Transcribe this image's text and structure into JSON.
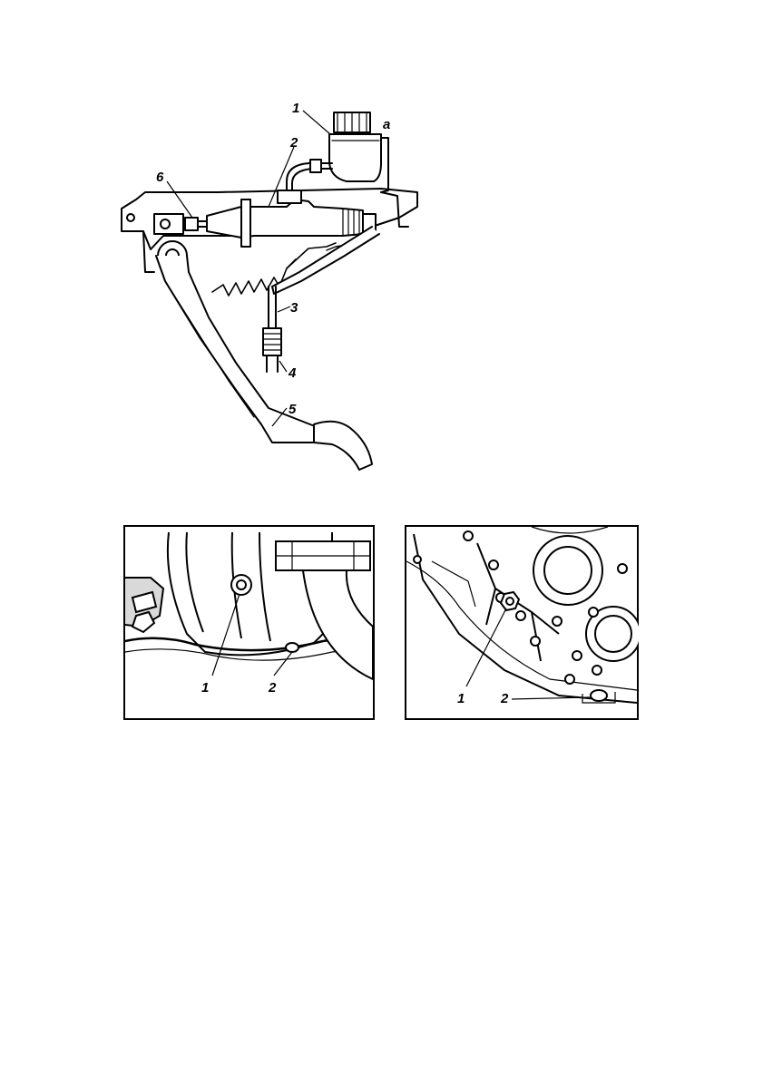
{
  "figure_top": {
    "callouts": [
      "1",
      "2",
      "3",
      "4",
      "5",
      "6",
      "a"
    ]
  },
  "figure_left": {
    "callouts": [
      "1",
      "2"
    ]
  },
  "figure_right": {
    "callouts": [
      "1",
      "2"
    ]
  },
  "colors": {
    "ink": "#000000",
    "paper": "#ffffff",
    "shade": "#d9d9d9"
  }
}
